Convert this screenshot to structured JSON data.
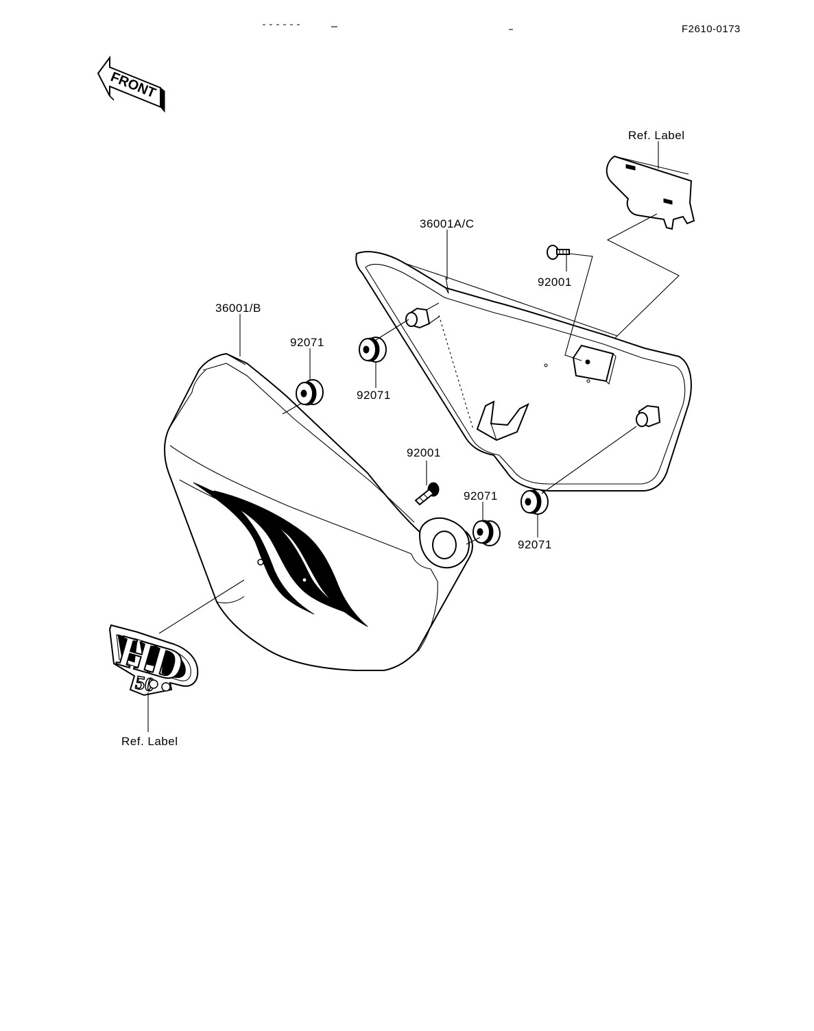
{
  "figure_code": "F2610-0173",
  "front_arrow": {
    "text": "FRONT",
    "icon": "front-direction-arrow-icon"
  },
  "parts": {
    "right_cover": "36001A/C",
    "left_cover": "36001/B",
    "ref_label_top": "Ref. Label",
    "ref_label_bottom": "Ref. Label",
    "screw_top": "92001",
    "screw_center": "92001",
    "grommet_left_cover": "92071",
    "grommet_right_upper": "92071",
    "grommet_center": "92071",
    "grommet_right_lower": "92071"
  },
  "emblem": {
    "main": "HD",
    "sub": "50"
  }
}
